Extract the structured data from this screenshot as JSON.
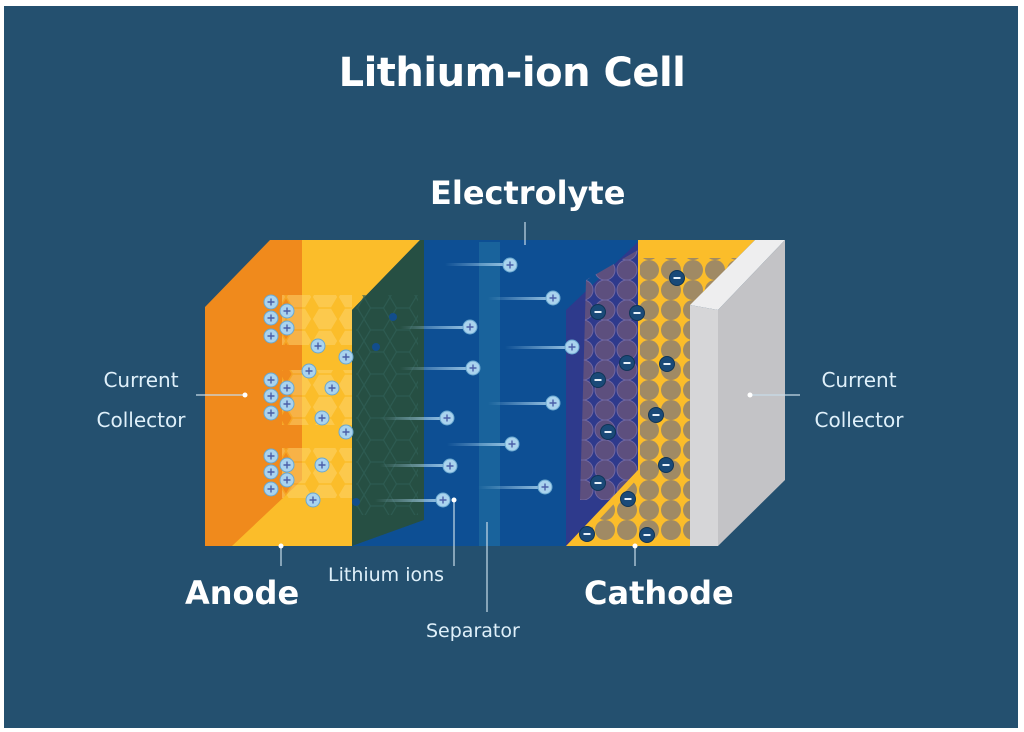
{
  "title": "Lithium-ion Cell",
  "labels": {
    "electrolyte": "Electrolyte",
    "current_collector_left": [
      "Current",
      "Collector"
    ],
    "current_collector_right": [
      "Current",
      "Collector"
    ],
    "anode": "Anode",
    "cathode": "Cathode",
    "lithium_ions": "Lithium ions",
    "separator": "Separator"
  },
  "ion_symbols": {
    "positive": "+",
    "negative": "−"
  },
  "colors": {
    "background": "#24506f",
    "anode_collector": "#f08a1c",
    "anode": "#fbbd2a",
    "anode_dark_face": "#264f43",
    "electrolyte": "#0d4f94",
    "separator": "#1d6a9f",
    "cathode_front": "#2e3a8c",
    "cathode_material": "#a08a64",
    "cathode_collector": "#c8c8cc",
    "ion": "#a9d3ee"
  }
}
